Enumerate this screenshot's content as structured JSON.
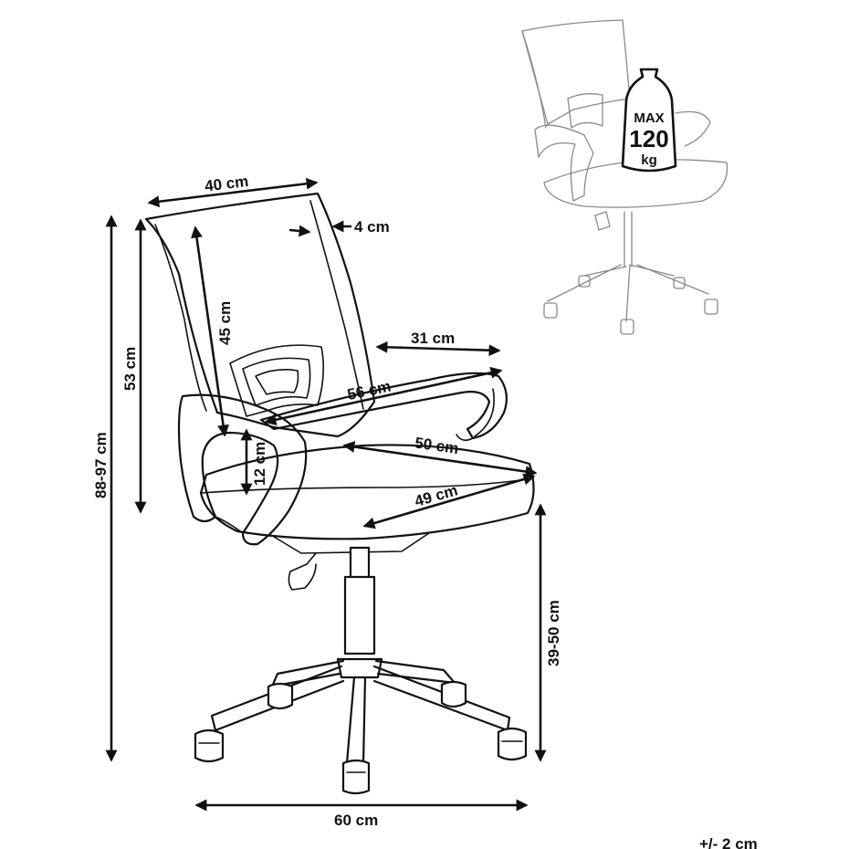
{
  "dimensions": {
    "backrest_width": "40 cm",
    "backrest_thickness": "4 cm",
    "backrest_height": "45 cm",
    "back_height": "53 cm",
    "total_height": "88-97 cm",
    "armrest_length": "31 cm",
    "arm_span": "56 cm",
    "armrest_height": "12 cm",
    "seat_width": "50 cm",
    "seat_depth": "49 cm",
    "seat_height": "39-50 cm",
    "base_width": "60 cm"
  },
  "badge": {
    "top": "MAX",
    "value": "120",
    "unit": "kg"
  },
  "tolerance": "+/- 2 cm"
}
